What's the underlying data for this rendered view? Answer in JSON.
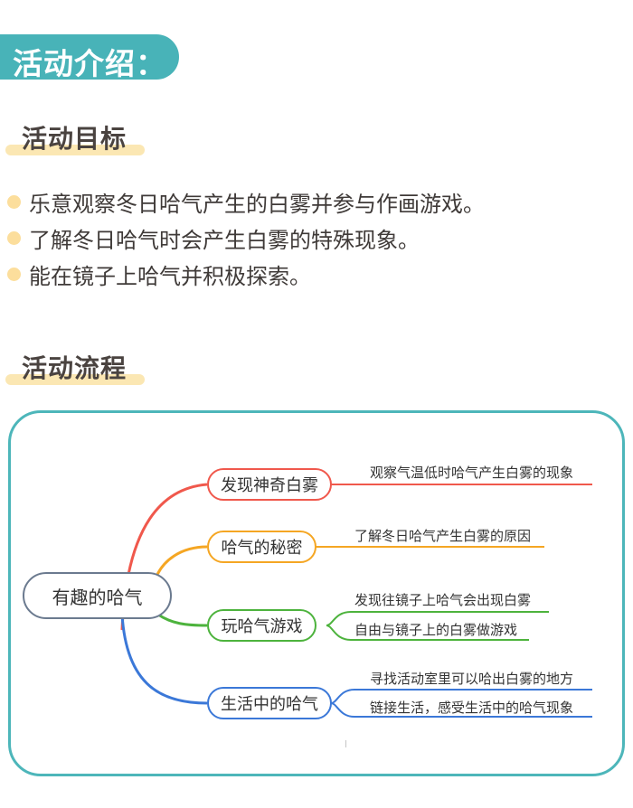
{
  "header": {
    "title": "活动介绍："
  },
  "goals_section": {
    "heading": "活动目标",
    "items": [
      "乐意观察冬日哈气产生的白雾并参与作画游戏。",
      "了解冬日哈气时会产生白雾的特殊现象。",
      "能在镜子上哈气并积极探索。"
    ]
  },
  "process_section": {
    "heading": "活动流程",
    "mindmap": {
      "root": "有趣的哈气",
      "branches": [
        {
          "label": "发现神奇白雾",
          "color": "#f0584c",
          "leaves": [
            "观察气温低时哈气产生白雾的现象"
          ]
        },
        {
          "label": "哈气的秘密",
          "color": "#f5a623",
          "leaves": [
            "了解冬日哈气产生白雾的原因"
          ]
        },
        {
          "label": "玩哈气游戏",
          "color": "#4db33d",
          "leaves": [
            "发现往镜子上哈气会出现白雾",
            "自由与镜子上的白雾做游戏"
          ]
        },
        {
          "label": "生活中的哈气",
          "color": "#3b78d8",
          "leaves": [
            "寻找活动室里可以哈出白雾的地方",
            "链接生活，感受生活中的哈气现象"
          ]
        }
      ]
    }
  },
  "colors": {
    "accent_teal": "#48b3b8",
    "highlight_yellow": "#fbe7b3",
    "bullet_yellow": "#fcde9c"
  }
}
